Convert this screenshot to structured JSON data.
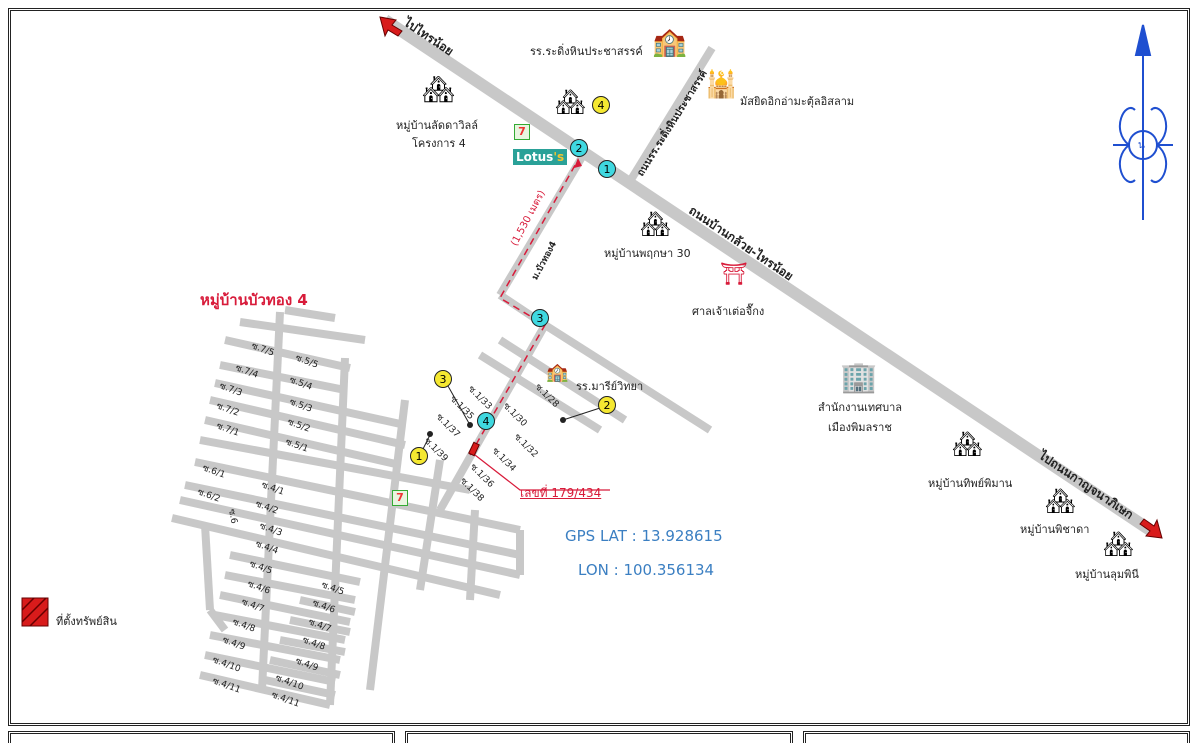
{
  "village_title": "หมู่บ้านบัวทอง 4",
  "roads": {
    "to_sainoi": "ไปไทรน้อย",
    "to_kanchanaphisek": "ไปถนนกาญจนาภิเษก",
    "main_road": "ถนนบ้านกล้วย-ไทรน้อย",
    "school_road": "ถนนรร.ระดิ่งหินประชาสรรค์",
    "buathong_soi": "ม.บัวทอง4",
    "distance": "(1,530 เมตร)"
  },
  "places": {
    "school_radinghin": "รร.ระดิ่งหินประชาสรรค์",
    "mosque": "มัสยิดอิกอ่ามะตุ้ลอิสลาม",
    "ladawan_1": "หมู่บ้านลัดดาวิลล์",
    "ladawan_2": "โครงการ 4",
    "lotus": "Lotus's",
    "seven": "7",
    "pruksa": "หมู่บ้านพฤกษา 30",
    "shrine": "ศาลเจ้าเต่อจื๊กง",
    "mari_school": "รร.มารีย์วิทยา",
    "municipality_1": "สำนักงานเทศบาล",
    "municipality_2": "เมืองพิมลราช",
    "thipphiman": "หมู่บ้านทิพย์พิมาน",
    "phichada": "หมู่บ้านพิชาดา",
    "lumphini": "หมู่บ้านลุมพินี"
  },
  "property": {
    "address": "เลขที่ 179/434",
    "legend_label": "ที่ตั้งทรัพย์สิน"
  },
  "gps": {
    "lat": "GPS LAT : 13.928615",
    "lon": "LON : 100.356134"
  },
  "compass": {
    "north": "น"
  },
  "photo_markers_yellow": [
    "4",
    "3",
    "1",
    "2"
  ],
  "photo_markers_cyan": [
    "2",
    "1",
    "3",
    "4"
  ],
  "sois": [
    "ซ.7/5",
    "ซ.5/5",
    "ซ.7/4",
    "ซ.5/4",
    "ซ.7/3",
    "ซ.5/3",
    "ซ.7/2",
    "ซ.5/2",
    "ซ.7/1",
    "ซ.5/1",
    "ซ.6/1",
    "ซ.4/1",
    "ซ.6/2",
    "ซ.4/2",
    "ซ.6",
    "ซ.4/3",
    "ซ.4/4",
    "ซ.4/5",
    "ซ.4/6",
    "ซ.4/7",
    "ซ.4/8",
    "ซ.4/9",
    "ซ.4/10",
    "ซ.4/11",
    "ซ.4/5",
    "ซ.4/6",
    "ซ.4/7",
    "ซ.4/8",
    "ซ.4/9",
    "ซ.4/10",
    "ซ.4/11",
    "ซ.1/28",
    "ซ.1/30",
    "ซ.1/32",
    "ซ.1/33",
    "ซ.1/34",
    "ซ.1/35",
    "ซ.1/36",
    "ซ.1/37",
    "ซ.1/38",
    "ซ.1/39"
  ],
  "colors": {
    "road": "#c8c8c8",
    "accent_red": "#d81b3a",
    "gps_blue": "#3b7fc2",
    "compass_blue": "#1f4fd0"
  }
}
